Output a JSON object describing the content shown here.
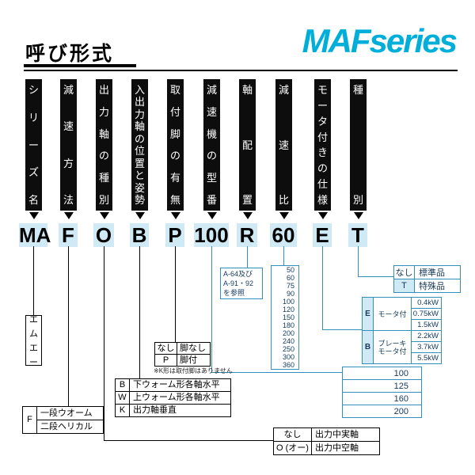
{
  "header": {
    "title": "呼び形式",
    "brand": "MAFseries"
  },
  "colors": {
    "brand_cyan": "#00aeda",
    "code_background": "#cfe9f5",
    "table_border_blue": "#3191bb",
    "label_box_black": "#0d0d0d"
  },
  "columns": [
    {
      "label": "シリーズ名",
      "code": "MA"
    },
    {
      "label": "減速方法",
      "code": "F"
    },
    {
      "label": "出力軸の種別",
      "code": "O"
    },
    {
      "label": "入出力軸の位置と姿勢",
      "code": "B"
    },
    {
      "label": "取付脚の有無",
      "code": "P"
    },
    {
      "label": "減速機の型番",
      "code": "100"
    },
    {
      "label": "軸配置",
      "code": "R"
    },
    {
      "label": "減速比",
      "code": "60"
    },
    {
      "label": "モータ付きの仕様",
      "code": "E"
    },
    {
      "label": "種別",
      "code": "T"
    }
  ],
  "series_box": {
    "text": "エムエー"
  },
  "reduction_table": {
    "key": "F",
    "rows": [
      "一段ウオーム",
      "二段ヘリカル"
    ]
  },
  "output_shaft_table": {
    "rows": [
      {
        "key": "なし",
        "value": "出力中実軸"
      },
      {
        "key": "O (オー)",
        "value": "出力中空軸"
      }
    ]
  },
  "position_table": {
    "rows": [
      {
        "key": "B",
        "value": "下ウォーム形各軸水平"
      },
      {
        "key": "W",
        "value": "上ウォーム形各軸水平"
      },
      {
        "key": "K",
        "value": "出力軸垂直"
      }
    ]
  },
  "legs_table": {
    "rows": [
      {
        "key": "なし",
        "value": "脚なし"
      },
      {
        "key": "P",
        "value": "脚付"
      }
    ],
    "note": "※K形は取付脚はありません"
  },
  "shaft_ref_box": {
    "text": "A-64及び\nA-91・92\nを参照"
  },
  "frame_table": {
    "values": [
      "100",
      "125",
      "160",
      "200"
    ]
  },
  "ratio_list": {
    "values": [
      "50",
      "60",
      "75",
      "90",
      "100",
      "120",
      "150",
      "180",
      "200",
      "240",
      "250",
      "300",
      "360"
    ]
  },
  "motor_table": {
    "groups": [
      {
        "key": "E",
        "label": "モータ付",
        "values": [
          "0.4kW",
          "0.75kW",
          "1.5kW"
        ]
      },
      {
        "key": "B",
        "label": "ブレーキ\nモータ付",
        "values": [
          "2.2kW",
          "3.7kW",
          "5.5kW"
        ]
      }
    ]
  },
  "type_table": {
    "rows": [
      {
        "key": "なし",
        "value": "標準品"
      },
      {
        "key": "T",
        "value": "特殊品"
      }
    ]
  }
}
